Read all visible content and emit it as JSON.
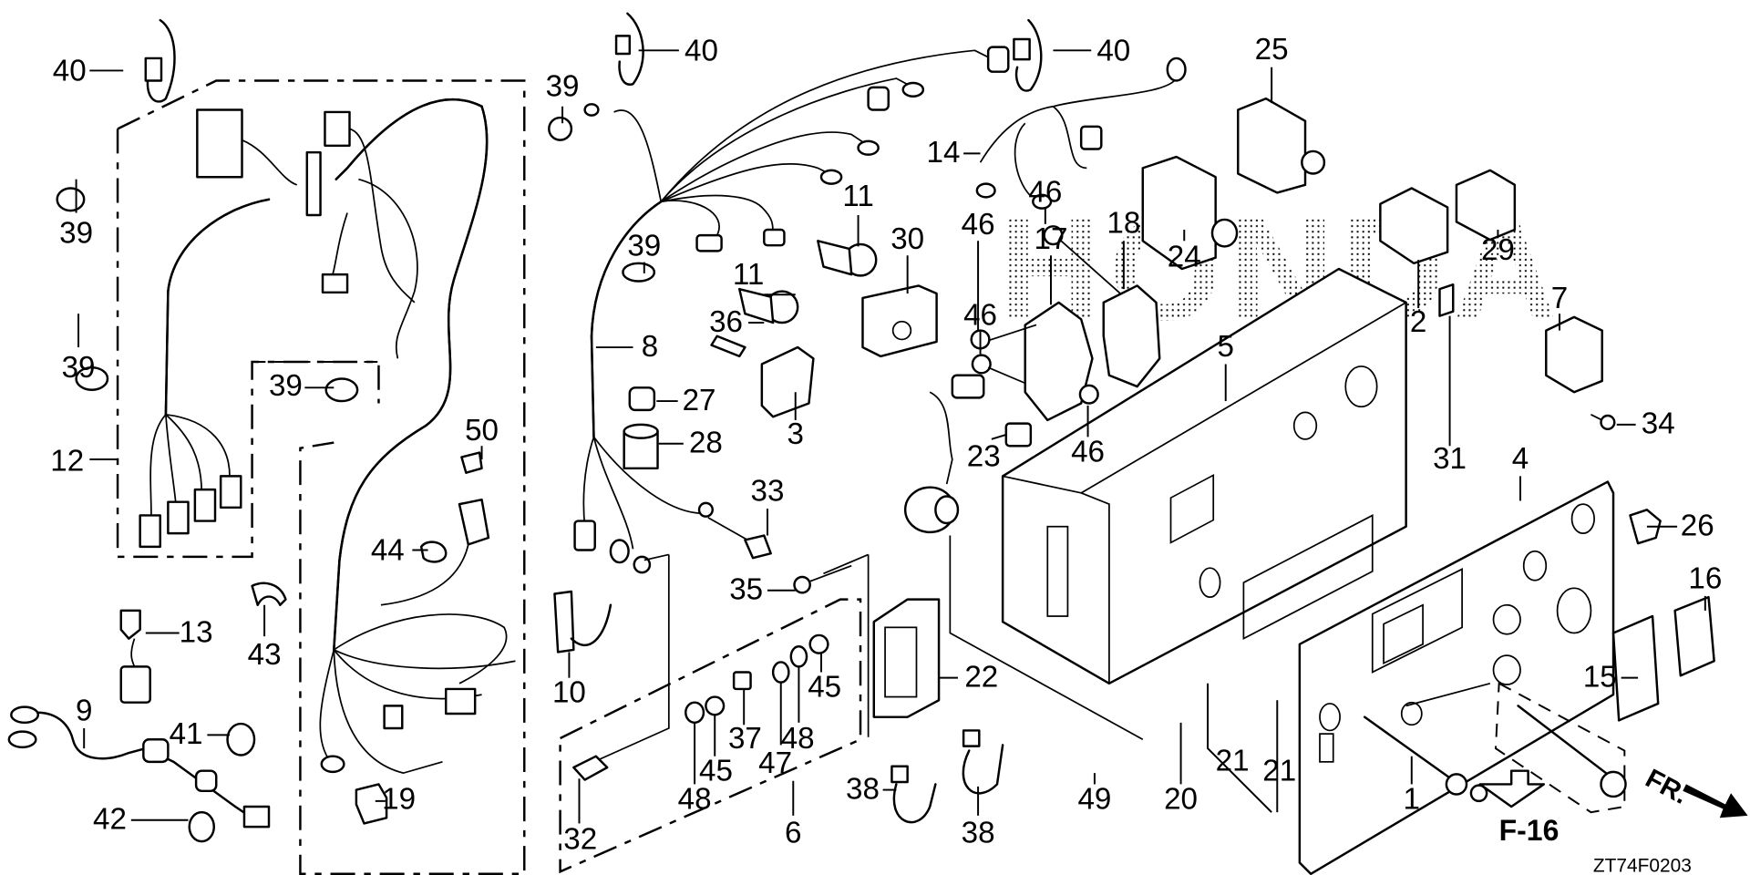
{
  "diagram": {
    "title": "Control panel / wire harness exploded parts diagram",
    "watermark": "HONDA",
    "figure_code": "ZT74F0203",
    "cross_reference": "F-16",
    "front_indicator": "FR.",
    "callouts": [
      {
        "id": "c40a",
        "label": "40"
      },
      {
        "id": "c39a",
        "label": "39"
      },
      {
        "id": "c39b",
        "label": "39"
      },
      {
        "id": "c39c",
        "label": "39"
      },
      {
        "id": "c12",
        "label": "12"
      },
      {
        "id": "c13",
        "label": "13"
      },
      {
        "id": "c9",
        "label": "9"
      },
      {
        "id": "c41",
        "label": "41"
      },
      {
        "id": "c42",
        "label": "42"
      },
      {
        "id": "c43",
        "label": "43"
      },
      {
        "id": "c44",
        "label": "44"
      },
      {
        "id": "c50",
        "label": "50"
      },
      {
        "id": "c19",
        "label": "19"
      },
      {
        "id": "c40b",
        "label": "40"
      },
      {
        "id": "c39d",
        "label": "39"
      },
      {
        "id": "c39e",
        "label": "39"
      },
      {
        "id": "c8",
        "label": "8"
      },
      {
        "id": "c11a",
        "label": "11"
      },
      {
        "id": "c11b",
        "label": "11"
      },
      {
        "id": "c36",
        "label": "36"
      },
      {
        "id": "c3",
        "label": "3"
      },
      {
        "id": "c27",
        "label": "27"
      },
      {
        "id": "c28",
        "label": "28"
      },
      {
        "id": "c33",
        "label": "33"
      },
      {
        "id": "c10",
        "label": "10"
      },
      {
        "id": "c35",
        "label": "35"
      },
      {
        "id": "c32",
        "label": "32"
      },
      {
        "id": "c48a",
        "label": "48"
      },
      {
        "id": "c45a",
        "label": "45"
      },
      {
        "id": "c37",
        "label": "37"
      },
      {
        "id": "c47",
        "label": "47"
      },
      {
        "id": "c48b",
        "label": "48"
      },
      {
        "id": "c45b",
        "label": "45"
      },
      {
        "id": "c6",
        "label": "6"
      },
      {
        "id": "c22",
        "label": "22"
      },
      {
        "id": "c38a",
        "label": "38"
      },
      {
        "id": "c38b",
        "label": "38"
      },
      {
        "id": "c30",
        "label": "30"
      },
      {
        "id": "c40c",
        "label": "40"
      },
      {
        "id": "c14",
        "label": "14"
      },
      {
        "id": "c46a",
        "label": "46"
      },
      {
        "id": "c46b",
        "label": "46"
      },
      {
        "id": "c46c",
        "label": "46"
      },
      {
        "id": "c46d",
        "label": "46"
      },
      {
        "id": "c17",
        "label": "17"
      },
      {
        "id": "c18",
        "label": "18"
      },
      {
        "id": "c23",
        "label": "23"
      },
      {
        "id": "c25",
        "label": "25"
      },
      {
        "id": "c24",
        "label": "24"
      },
      {
        "id": "c5",
        "label": "5"
      },
      {
        "id": "c49",
        "label": "49"
      },
      {
        "id": "c20",
        "label": "20"
      },
      {
        "id": "c21a",
        "label": "21"
      },
      {
        "id": "c21b",
        "label": "21"
      },
      {
        "id": "c2",
        "label": "2"
      },
      {
        "id": "c29",
        "label": "29"
      },
      {
        "id": "c7",
        "label": "7"
      },
      {
        "id": "c34",
        "label": "34"
      },
      {
        "id": "c31",
        "label": "31"
      },
      {
        "id": "c4",
        "label": "4"
      },
      {
        "id": "c26",
        "label": "26"
      },
      {
        "id": "c16",
        "label": "16"
      },
      {
        "id": "c15",
        "label": "15"
      },
      {
        "id": "c1",
        "label": "1"
      }
    ]
  }
}
